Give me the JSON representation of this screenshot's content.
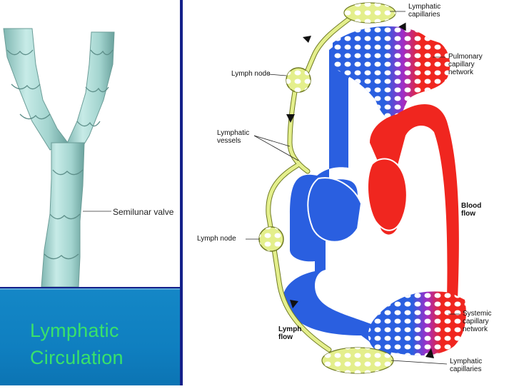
{
  "title": "Lymphatic\nCirculation",
  "valve_label": "Semilunar valve",
  "labels": {
    "lymph_caps_top": "Lymphatic\ncapillaries",
    "pulmonary": "Pulmonary\ncapillary\nnetwork",
    "lymph_node_top": "Lymph node",
    "lymph_vessels": "Lymphatic\nvessels",
    "blood_flow": "Blood\nflow",
    "lymph_node_bottom": "Lymph node",
    "systemic": "Systemic\ncapillary\nnetwork",
    "lymph_flow": "Lymph\nflow",
    "lymph_caps_bottom": "Lymphatic\ncapillaries"
  },
  "colors": {
    "lymph": "#e4ef8c",
    "lymph_stroke": "#6f7a22",
    "vein_blue": "#2a5fe0",
    "artery_red": "#f0261f",
    "panel_bg": "#14208a",
    "title_bg": "#1487c6",
    "title_text": "#39e26a",
    "valve_vessel": "#a9d9d4"
  }
}
